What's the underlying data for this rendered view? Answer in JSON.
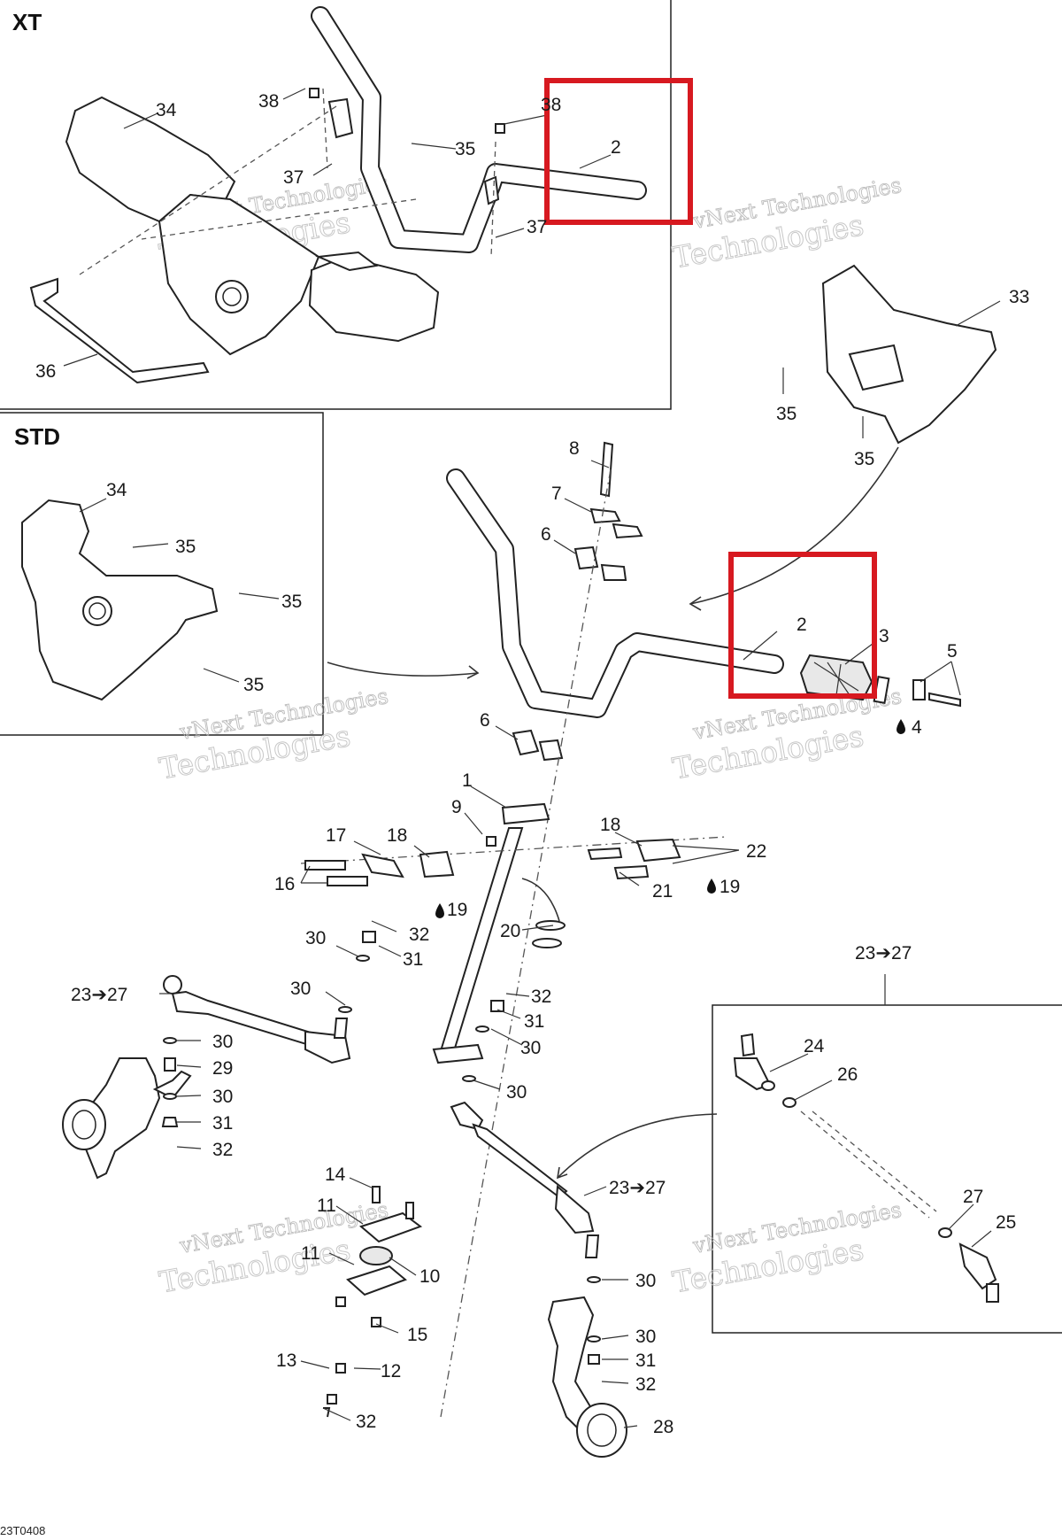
{
  "sections": {
    "xt": "XT",
    "std": "STD"
  },
  "watermark": {
    "line1": "vNext Technologies",
    "line2": "Technologies"
  },
  "diagram_code": "23T0408",
  "callouts": [
    {
      "id": "c34a",
      "text": "34"
    },
    {
      "id": "c38a",
      "text": "38"
    },
    {
      "id": "c38b",
      "text": "38"
    },
    {
      "id": "c35a",
      "text": "35"
    },
    {
      "id": "c37a",
      "text": "37"
    },
    {
      "id": "c37b",
      "text": "37"
    },
    {
      "id": "c2a",
      "text": "2"
    },
    {
      "id": "c36",
      "text": "36"
    },
    {
      "id": "c33",
      "text": "33"
    },
    {
      "id": "c35b",
      "text": "35"
    },
    {
      "id": "c35c",
      "text": "35"
    },
    {
      "id": "c34b",
      "text": "34"
    },
    {
      "id": "c35d",
      "text": "35"
    },
    {
      "id": "c35e",
      "text": "35"
    },
    {
      "id": "c35f",
      "text": "35"
    },
    {
      "id": "c8",
      "text": "8"
    },
    {
      "id": "c7",
      "text": "7"
    },
    {
      "id": "c6a",
      "text": "6"
    },
    {
      "id": "c2b",
      "text": "2"
    },
    {
      "id": "c3",
      "text": "3"
    },
    {
      "id": "c5",
      "text": "5"
    },
    {
      "id": "c4",
      "text": "4"
    },
    {
      "id": "c6b",
      "text": "6"
    },
    {
      "id": "c1",
      "text": "1"
    },
    {
      "id": "c9",
      "text": "9"
    },
    {
      "id": "c17",
      "text": "17"
    },
    {
      "id": "c18a",
      "text": "18"
    },
    {
      "id": "c18b",
      "text": "18"
    },
    {
      "id": "c22",
      "text": "22"
    },
    {
      "id": "c16",
      "text": "16"
    },
    {
      "id": "c21",
      "text": "21"
    },
    {
      "id": "c19a",
      "text": "19"
    },
    {
      "id": "c19b",
      "text": "19"
    },
    {
      "id": "c20",
      "text": "20"
    },
    {
      "id": "c32a",
      "text": "32"
    },
    {
      "id": "c30a",
      "text": "30"
    },
    {
      "id": "c31a",
      "text": "31"
    },
    {
      "id": "c2327a",
      "text": "23➔27"
    },
    {
      "id": "c30b",
      "text": "30"
    },
    {
      "id": "c32b",
      "text": "32"
    },
    {
      "id": "c31b",
      "text": "31"
    },
    {
      "id": "c30c",
      "text": "30"
    },
    {
      "id": "c30d",
      "text": "30"
    },
    {
      "id": "c29",
      "text": "29"
    },
    {
      "id": "c30e",
      "text": "30"
    },
    {
      "id": "c31c",
      "text": "31"
    },
    {
      "id": "c32c",
      "text": "32"
    },
    {
      "id": "c30f",
      "text": "30"
    },
    {
      "id": "c2327b",
      "text": "23➔27"
    },
    {
      "id": "c24",
      "text": "24"
    },
    {
      "id": "c26",
      "text": "26"
    },
    {
      "id": "c2327c",
      "text": "23➔27"
    },
    {
      "id": "c27",
      "text": "27"
    },
    {
      "id": "c25",
      "text": "25"
    },
    {
      "id": "c14",
      "text": "14"
    },
    {
      "id": "c11a",
      "text": "11"
    },
    {
      "id": "c11b",
      "text": "11"
    },
    {
      "id": "c10",
      "text": "10"
    },
    {
      "id": "c15",
      "text": "15"
    },
    {
      "id": "c30g",
      "text": "30"
    },
    {
      "id": "c30h",
      "text": "30"
    },
    {
      "id": "c31d",
      "text": "31"
    },
    {
      "id": "c32d",
      "text": "32"
    },
    {
      "id": "c13",
      "text": "13"
    },
    {
      "id": "c12",
      "text": "12"
    },
    {
      "id": "c32e",
      "text": "32"
    },
    {
      "id": "c28",
      "text": "28"
    }
  ]
}
